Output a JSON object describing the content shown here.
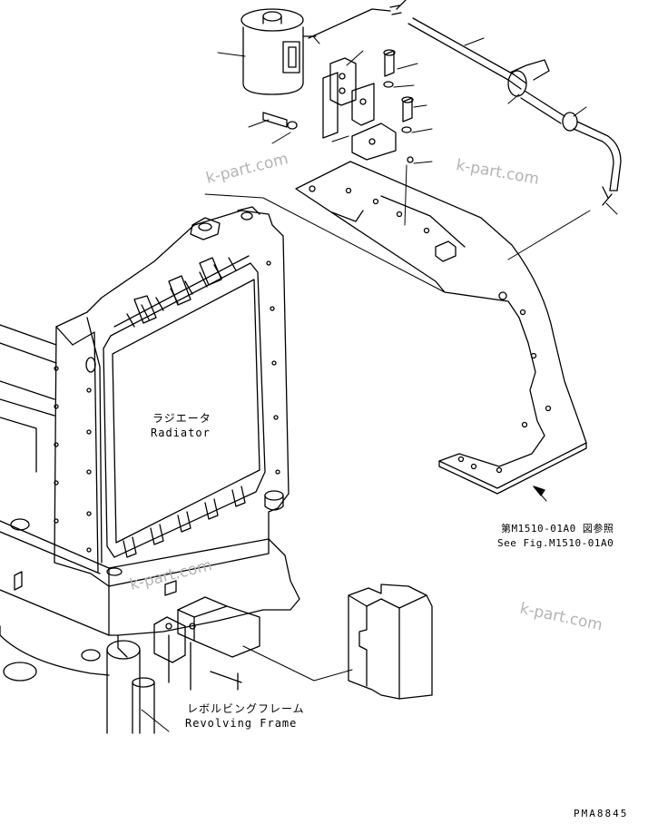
{
  "drawing": {
    "labels": {
      "radiator_jp": "ラジエータ",
      "radiator_en": "Radiator",
      "frame_jp": "レボルビングフレーム",
      "frame_en": "Revolving Frame",
      "see_fig_jp": "第M1510-01A0 図参照",
      "see_fig_en": "See Fig.M1510-01A0",
      "drawing_number": "PMA8845"
    },
    "watermarks": [
      "k-part.com",
      "k-part.com",
      "k-part.com",
      "k-part.com"
    ]
  }
}
